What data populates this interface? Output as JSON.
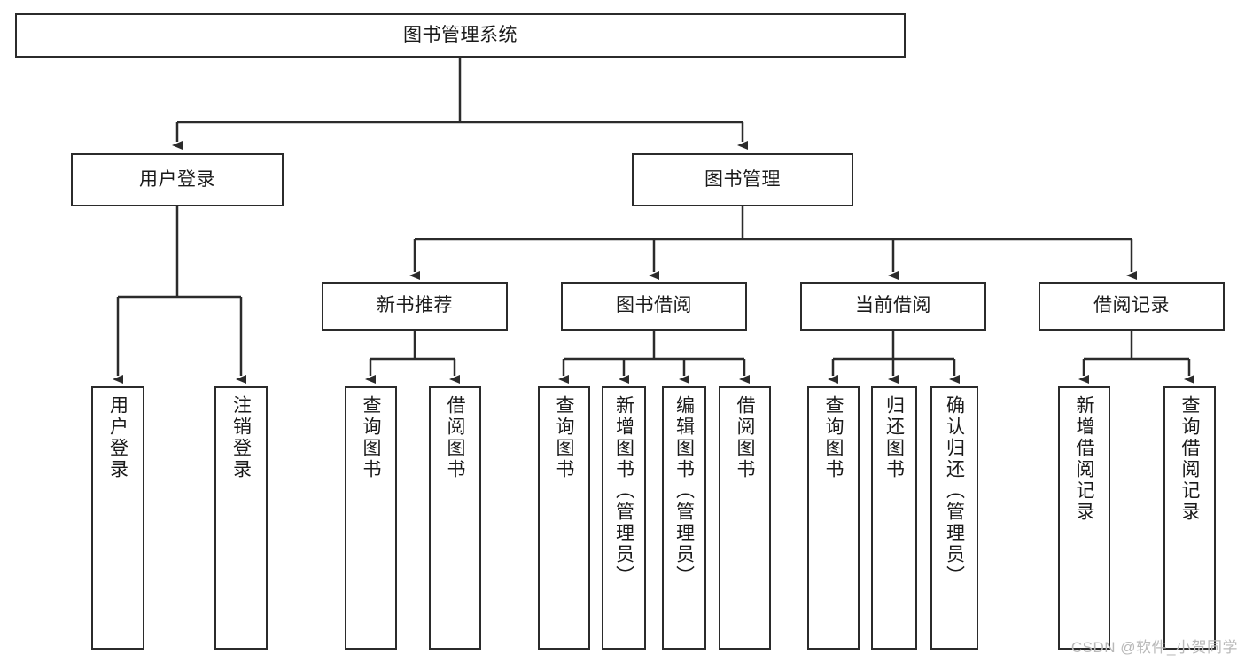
{
  "diagram": {
    "title": "图书管理系统",
    "watermark": "CSDN @软件_小贺同学",
    "line_color": "#2b2b2b",
    "box_fill": "#ffffff",
    "text_color": "#1a1a1a",
    "watermark_color": "#b9b9b9",
    "nodes": {
      "root": {
        "label": "图书管理系统"
      },
      "level1": [
        {
          "id": "user-login",
          "label": "用户登录"
        },
        {
          "id": "book-manage",
          "label": "图书管理"
        }
      ],
      "level2": [
        {
          "id": "new-book-recommend",
          "label": "新书推荐"
        },
        {
          "id": "book-borrow",
          "label": "图书借阅"
        },
        {
          "id": "current-borrow",
          "label": "当前借阅"
        },
        {
          "id": "borrow-record",
          "label": "借阅记录"
        }
      ],
      "leaves": {
        "user-login": [
          {
            "id": "leaf-user-login",
            "label": "用户登录"
          },
          {
            "id": "leaf-logout",
            "label": "注销登录"
          }
        ],
        "new-book-recommend": [
          {
            "id": "leaf-query-book-1",
            "label": "查询图书"
          },
          {
            "id": "leaf-borrow-book-1",
            "label": "借阅图书"
          }
        ],
        "book-borrow": [
          {
            "id": "leaf-query-book-2",
            "label": "查询图书"
          },
          {
            "id": "leaf-add-book",
            "label": "新增图书（管理员）"
          },
          {
            "id": "leaf-edit-book",
            "label": "编辑图书（管理员）"
          },
          {
            "id": "leaf-borrow-book-2",
            "label": "借阅图书"
          }
        ],
        "current-borrow": [
          {
            "id": "leaf-query-book-3",
            "label": "查询图书"
          },
          {
            "id": "leaf-return-book",
            "label": "归还图书"
          },
          {
            "id": "leaf-confirm-return",
            "label": "确认归还（管理员）"
          }
        ],
        "borrow-record": [
          {
            "id": "leaf-add-record",
            "label": "新增借阅记录"
          },
          {
            "id": "leaf-query-record",
            "label": "查询借阅记录"
          }
        ]
      }
    }
  }
}
